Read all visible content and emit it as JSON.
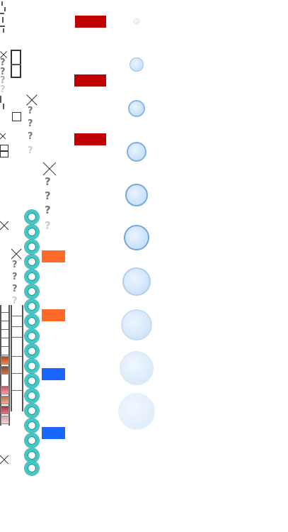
{
  "glyphs": {
    "question": "?"
  },
  "colors": {
    "red_bar": "#c00000",
    "orange_bar": "#ff6a2a",
    "blue_bar": "#1a66ff",
    "teal_ring": "#3ec9c9",
    "bubble": "#b7d8f7"
  },
  "bars": {
    "red_count": 3,
    "orange_count": 2,
    "blue_count": 2
  },
  "bubbles": {
    "count": 10
  },
  "rings": {
    "count": 18
  }
}
